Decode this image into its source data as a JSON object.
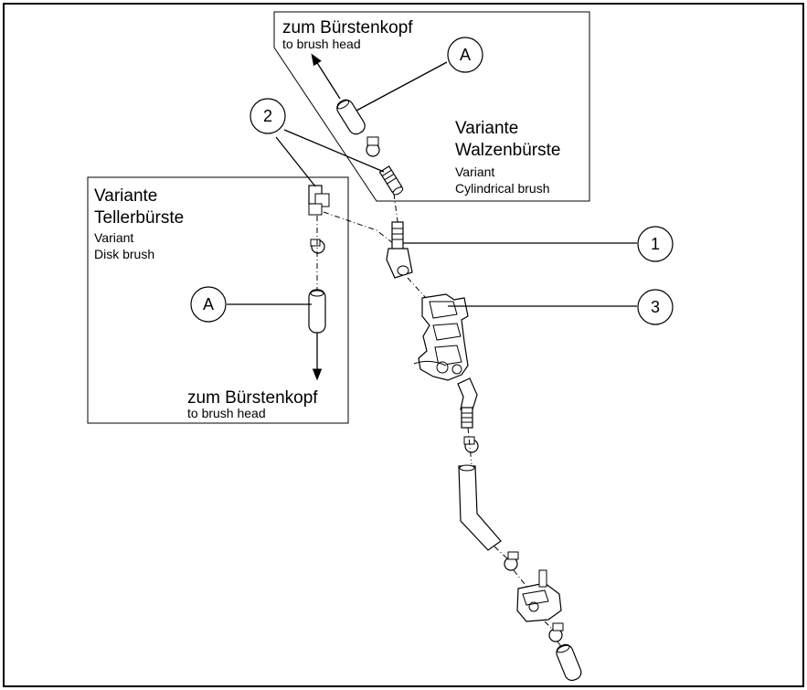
{
  "top_box": {
    "line1": "zum Bürstenkopf",
    "line2": "to brush head",
    "variant_de_1": "Variante",
    "variant_de_2": "Walzenbürste",
    "variant_en_1": "Variant",
    "variant_en_2": "Cylindrical brush"
  },
  "left_box": {
    "variant_de_1": "Variante",
    "variant_de_2": "Tellerbürste",
    "variant_en_1": "Variant",
    "variant_en_2": "Disk brush",
    "line1": "zum Bürstenkopf",
    "line2": "to brush head"
  },
  "callouts": {
    "a_top": "A",
    "a_left": "A",
    "c1": "1",
    "c2": "2",
    "c3": "3"
  }
}
